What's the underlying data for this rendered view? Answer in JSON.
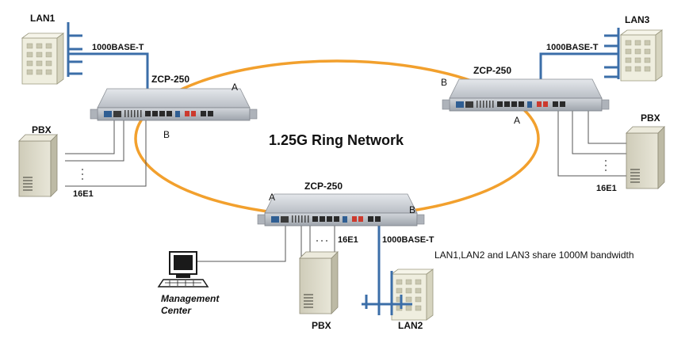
{
  "diagram_title": "1.25G Ring Network",
  "footnote": "LAN1,LAN2 and LAN3 share 1000M bandwidth",
  "colors": {
    "ring": "#F2A02D",
    "lan_link": "#3B6EA8",
    "device_body": "#C9CDD3",
    "building": "#EFEEDF",
    "tower": "#D7D4C3"
  },
  "devices": [
    {
      "id": "top-left",
      "model": "ZCP-250",
      "port_a": "A",
      "port_b": "B"
    },
    {
      "id": "top-right",
      "model": "ZCP-250",
      "port_a": "A",
      "port_b": "B"
    },
    {
      "id": "bottom",
      "model": "ZCP-250",
      "port_a": "A",
      "port_b": "B"
    }
  ],
  "lans": [
    {
      "name": "LAN1",
      "link": "1000BASE-T"
    },
    {
      "name": "LAN3",
      "link": "1000BASE-T"
    },
    {
      "name": "LAN2",
      "link": "1000BASE-T"
    }
  ],
  "pbxs": [
    {
      "name": "PBX",
      "trunk": "16E1"
    },
    {
      "name": "PBX",
      "trunk": "16E1"
    },
    {
      "name": "PBX",
      "trunk": "16E1"
    }
  ],
  "management": {
    "line1": "Management",
    "line2": "Center"
  }
}
